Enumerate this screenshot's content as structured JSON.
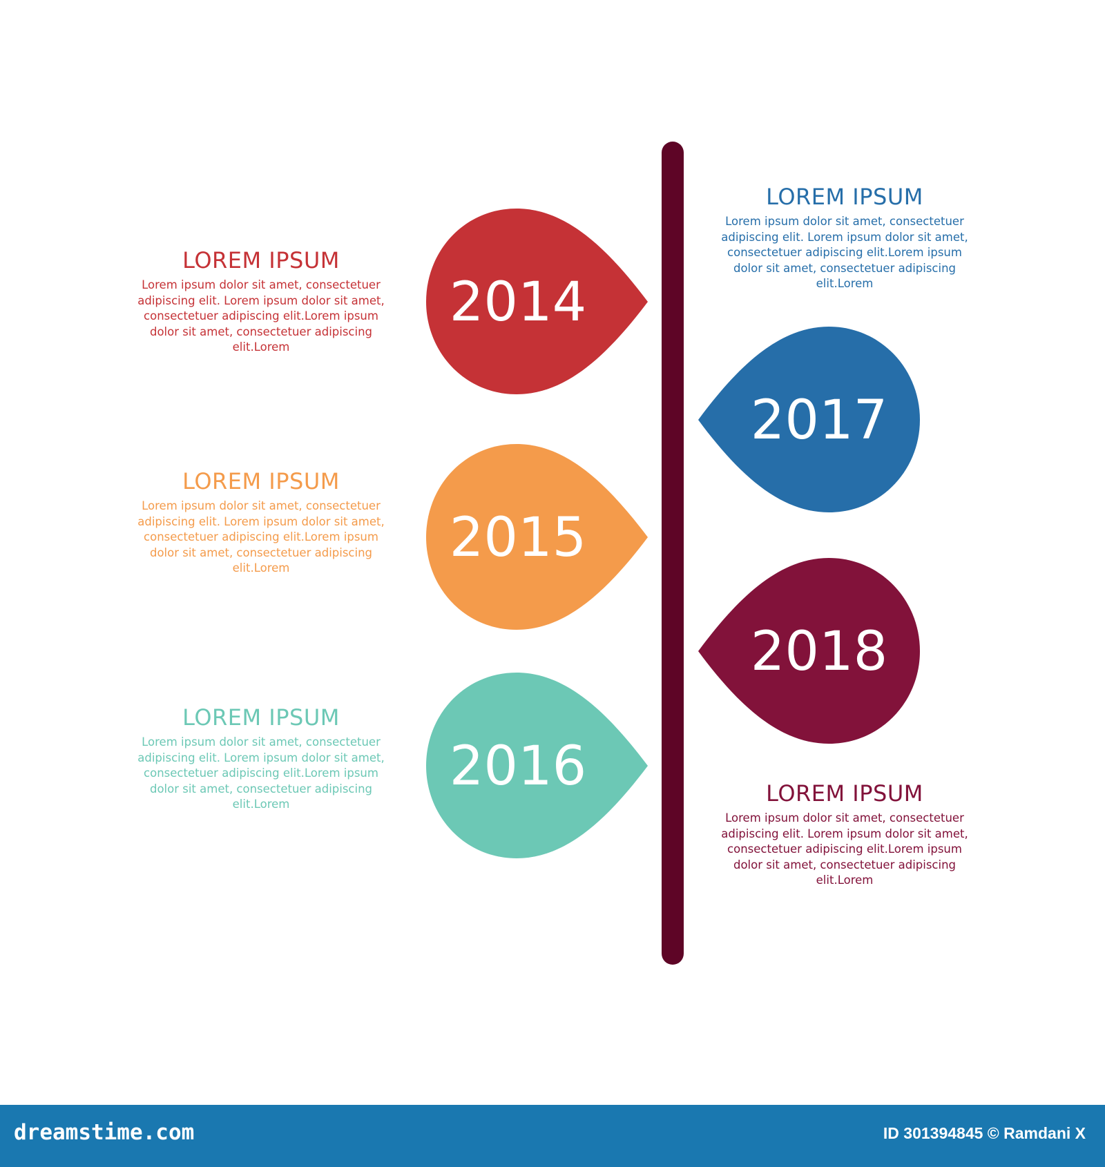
{
  "colors": {
    "spine": "#5e0526",
    "background": "#ffffff",
    "footer_bg": "#1a78b0",
    "footer_text": "#ffffff",
    "year_text": "#ffffff"
  },
  "milestones": [
    {
      "year": "2014",
      "side": "left",
      "color": "#c53236",
      "title": "LOREM IPSUM",
      "body": "Lorem ipsum dolor sit amet, consectetuer adipiscing elit. Lorem ipsum dolor sit amet, consectetuer adipiscing elit.Lorem ipsum dolor sit amet, consectetuer adipiscing elit.Lorem"
    },
    {
      "year": "2015",
      "side": "left",
      "color": "#f49b4b",
      "title": "LOREM IPSUM",
      "body": "Lorem ipsum dolor sit amet, consectetuer adipiscing elit. Lorem ipsum dolor sit amet, consectetuer adipiscing elit.Lorem ipsum dolor sit amet, consectetuer adipiscing elit.Lorem"
    },
    {
      "year": "2016",
      "side": "left",
      "color": "#6cc8b5",
      "title": "LOREM IPSUM",
      "body": "Lorem ipsum dolor sit amet, consectetuer adipiscing elit. Lorem ipsum dolor sit amet, consectetuer adipiscing elit.Lorem ipsum dolor sit amet, consectetuer adipiscing elit.Lorem"
    },
    {
      "year": "2017",
      "side": "right",
      "color": "#266ea9",
      "title": "LOREM IPSUM",
      "body": "Lorem ipsum dolor sit amet, consectetuer adipiscing elit. Lorem ipsum dolor sit amet, consectetuer adipiscing elit.Lorem ipsum dolor sit amet, consectetuer adipiscing elit.Lorem"
    },
    {
      "year": "2018",
      "side": "right",
      "color": "#82123a",
      "title": "LOREM IPSUM",
      "body": "Lorem ipsum dolor sit amet, consectetuer adipiscing elit. Lorem ipsum dolor sit amet, consectetuer adipiscing elit.Lorem ipsum dolor sit amet, consectetuer adipiscing elit.Lorem"
    }
  ],
  "footer": {
    "brand": "dreamstime.com",
    "credit": "ID 301394845 © Ramdani X"
  }
}
